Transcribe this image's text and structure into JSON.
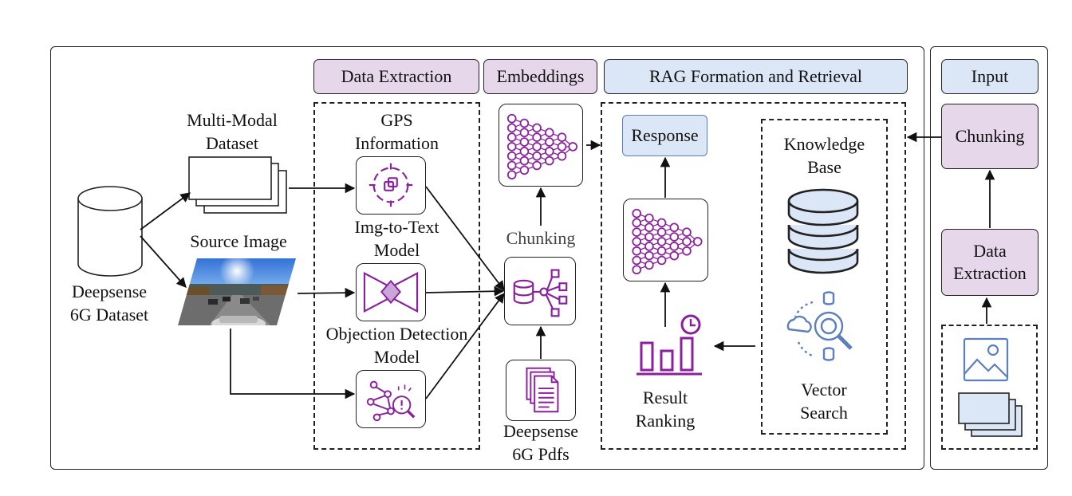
{
  "sections": {
    "data_extraction": "Data Extraction",
    "embeddings": "Embeddings",
    "rag": "RAG Formation and Retrieval",
    "input": "Input"
  },
  "left": {
    "dataset_line1": "Deepsense",
    "dataset_line2": "6G Dataset",
    "multimodal_line1": "Multi-Modal",
    "multimodal_line2": "Dataset",
    "source_image": "Source Image"
  },
  "extraction": {
    "gps_line1": "GPS",
    "gps_line2": "Information",
    "img2text_line1": "Img-to-Text",
    "img2text_line2": "Model",
    "objdet_line1": "Objection Detection",
    "objdet_line2": "Model"
  },
  "embeddings": {
    "chunking": "Chunking",
    "pdfs_line1": "Deepsense",
    "pdfs_line2": "6G Pdfs"
  },
  "rag": {
    "response": "Response",
    "kb_line1": "Knowledge",
    "kb_line2": "Base",
    "ranking_line1": "Result",
    "ranking_line2": "Ranking",
    "vector_line1": "Vector",
    "vector_line2": "Search"
  },
  "input": {
    "chunking": "Chunking",
    "extraction_line1": "Data",
    "extraction_line2": "Extraction"
  },
  "colors": {
    "purple_fill": "#e6d8ea",
    "blue_fill": "#dbe6f6",
    "icon_purple": "#8b1fa0",
    "icon_blue": "#5c7fc0"
  }
}
